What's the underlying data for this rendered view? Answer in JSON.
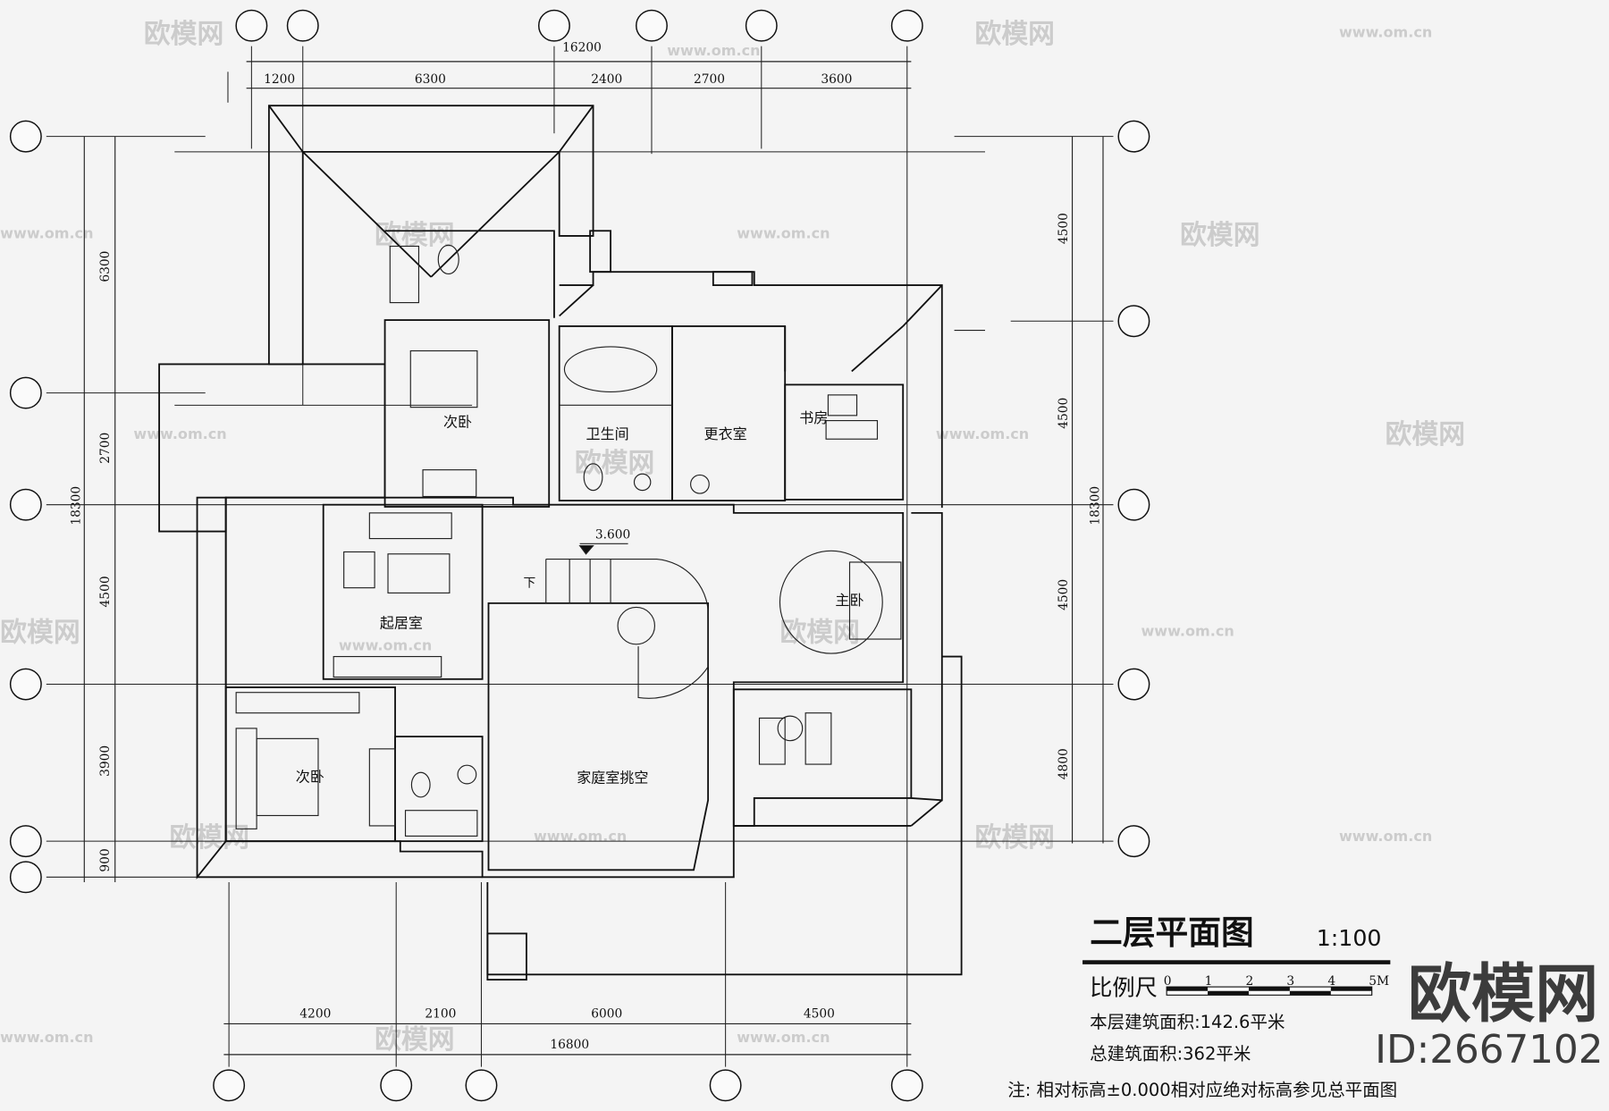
{
  "drawing": {
    "title": "二层平面图",
    "scale": "1:100",
    "scale_bar_label": "比例尺",
    "scale_bar_ticks": [
      "0",
      "1",
      "2",
      "3",
      "4",
      "5M"
    ],
    "floor_area": "本层建筑面积:142.6平米",
    "total_area": "总建筑面积:362平米",
    "note": "注: 相对标高±0.000相对应绝对标高参见总平面图",
    "elevation": "3.600",
    "stair_down": "下"
  },
  "rooms": [
    "次卧",
    "卫生间",
    "更衣室",
    "书房",
    "主卧",
    "起居室",
    "次卧",
    "家庭室挑空"
  ],
  "dimensions": {
    "top_total": "16200",
    "top": [
      "1200",
      "6300",
      "2400",
      "2700",
      "3600"
    ],
    "left_total": "18300",
    "left": [
      "6300",
      "2700",
      "4500",
      "3900",
      "900"
    ],
    "right_total": "18300",
    "right": [
      "4500",
      "4500",
      "4500",
      "4800"
    ],
    "bottom_total": "16800",
    "bottom": [
      "4200",
      "2100",
      "6000",
      "4500"
    ]
  },
  "watermark": {
    "brand": "欧模网",
    "site": "www.om.cn",
    "id": "ID:2667102"
  }
}
